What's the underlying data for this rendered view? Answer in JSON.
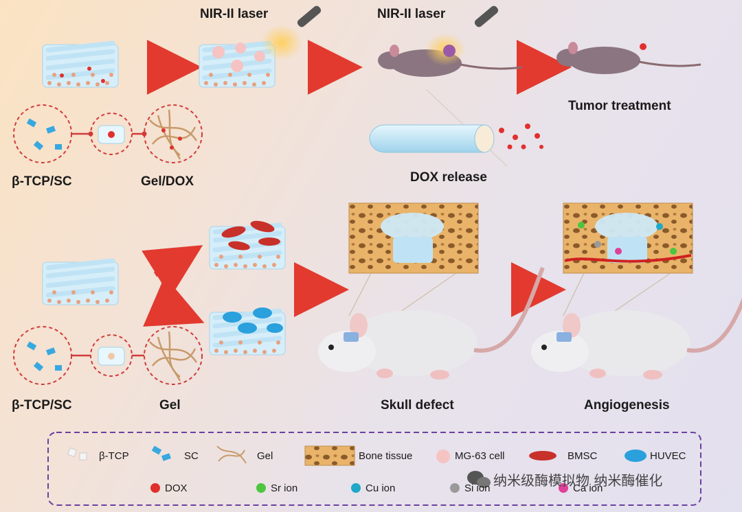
{
  "labels": {
    "nir_laser_1": "NIR-II laser",
    "nir_laser_2": "NIR-II laser",
    "tumor_treatment": "Tumor treatment",
    "dox_release": "DOX release",
    "tcp_sc_top": "β-TCP/SC",
    "gel_dox": "Gel/DOX",
    "tcp_sc_bottom": "β-TCP/SC",
    "gel": "Gel",
    "skull_defect": "Skull defect",
    "angiogenesis": "Angiogenesis"
  },
  "legend": {
    "row1": [
      "β-TCP",
      "SC",
      "Gel",
      "Bone tissue",
      "MG-63 cell",
      "BMSC",
      "HUVEC"
    ],
    "row2": [
      "DOX",
      "Sr ion",
      "Cu ion",
      "Si ion",
      "Ca ion"
    ]
  },
  "watermark": "纳米级酶模拟物 纳米酶催化",
  "colors": {
    "scaffold_rod": "#bfe3f5",
    "rod_end": "#e8a080",
    "dox": "#e0302e",
    "arrow": "#e23a2f",
    "bone": "#e9b46a",
    "legend_border": "#6a3fa0",
    "bmsc": "#c8302a",
    "huvec": "#2aa0dc",
    "mg63": "#f6c3c3",
    "sr_ion": "#4cc640",
    "cu_ion": "#1fa8c8",
    "si_ion": "#9a9a9a",
    "ca_ion": "#e0409a"
  },
  "icons": [
    "laser-pointer-icon",
    "mouse-icon",
    "rat-icon",
    "wechat-icon"
  ]
}
